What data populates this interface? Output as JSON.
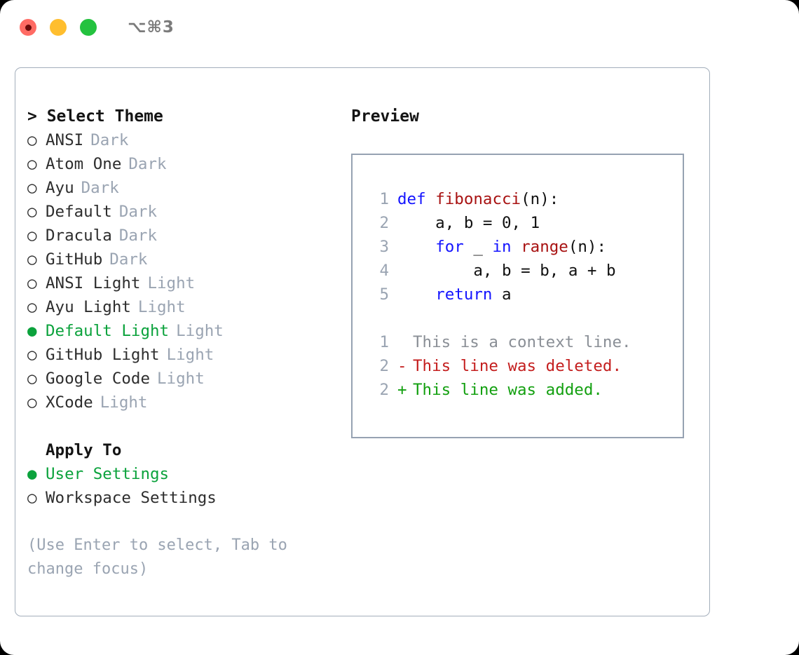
{
  "titlebar": {
    "shortcut": "⌥⌘3",
    "buttons": [
      {
        "name": "close",
        "color": "#ff6b64"
      },
      {
        "name": "minimize",
        "color": "#ffbe2e"
      },
      {
        "name": "zoom",
        "color": "#24c23f"
      }
    ]
  },
  "theme_list": {
    "header": "> Select Theme",
    "items": [
      {
        "marker": "○",
        "name": "ANSI",
        "badge": "Dark",
        "selected": false
      },
      {
        "marker": "○",
        "name": "Atom One",
        "badge": "Dark",
        "selected": false
      },
      {
        "marker": "○",
        "name": "Ayu",
        "badge": "Dark",
        "selected": false
      },
      {
        "marker": "○",
        "name": "Default",
        "badge": "Dark",
        "selected": false
      },
      {
        "marker": "○",
        "name": "Dracula",
        "badge": "Dark",
        "selected": false
      },
      {
        "marker": "○",
        "name": "GitHub",
        "badge": "Dark",
        "selected": false
      },
      {
        "marker": "○",
        "name": "ANSI Light",
        "badge": "Light",
        "selected": false
      },
      {
        "marker": "○",
        "name": "Ayu Light",
        "badge": "Light",
        "selected": false
      },
      {
        "marker": "●",
        "name": "Default Light",
        "badge": "Light",
        "selected": true
      },
      {
        "marker": "○",
        "name": "GitHub Light",
        "badge": "Light",
        "selected": false
      },
      {
        "marker": "○",
        "name": "Google Code",
        "badge": "Light",
        "selected": false
      },
      {
        "marker": "○",
        "name": "XCode",
        "badge": "Light",
        "selected": false
      }
    ]
  },
  "apply_to": {
    "header": "Apply To",
    "items": [
      {
        "marker": "●",
        "name": "User Settings",
        "selected": true
      },
      {
        "marker": "○",
        "name": "Workspace Settings",
        "selected": false
      }
    ]
  },
  "hint": "(Use Enter to select, Tab to change focus)",
  "preview": {
    "title": "Preview",
    "code_lines": [
      {
        "lineno": "1",
        "tokens": [
          {
            "text": "def ",
            "type": "kw"
          },
          {
            "text": "fibonacci",
            "type": "fn"
          },
          {
            "text": "(n):",
            "type": "pn"
          }
        ]
      },
      {
        "lineno": "2",
        "tokens": [
          {
            "text": "    a, b = 0, 1",
            "type": "pn"
          }
        ]
      },
      {
        "lineno": "3",
        "tokens": [
          {
            "text": "    ",
            "type": "pn"
          },
          {
            "text": "for",
            "type": "kw"
          },
          {
            "text": " _ ",
            "type": "pn"
          },
          {
            "text": "in",
            "type": "kw"
          },
          {
            "text": " ",
            "type": "pn"
          },
          {
            "text": "range",
            "type": "fn"
          },
          {
            "text": "(n):",
            "type": "pn"
          }
        ]
      },
      {
        "lineno": "4",
        "tokens": [
          {
            "text": "        a, b = b, a + b",
            "type": "pn"
          }
        ]
      },
      {
        "lineno": "5",
        "tokens": [
          {
            "text": "    ",
            "type": "pn"
          },
          {
            "text": "return",
            "type": "kw"
          },
          {
            "text": " a",
            "type": "pn"
          }
        ]
      }
    ],
    "diff_lines": [
      {
        "lineno": "1",
        "mark": " ",
        "text": "This is a context line.",
        "kind": "ctx"
      },
      {
        "lineno": "2",
        "mark": "-",
        "text": "This line was deleted.",
        "kind": "del"
      },
      {
        "lineno": "2",
        "mark": "+",
        "text": "This line was added.",
        "kind": "add"
      }
    ]
  },
  "colors": {
    "accent_green": "#0ba23c",
    "muted_gray": "#9aa4b2",
    "keyword_blue": "#1414ff",
    "function_red": "#a81212",
    "diff_deleted": "#c41e1e",
    "diff_added": "#13a010",
    "border": "#a3aebb"
  }
}
